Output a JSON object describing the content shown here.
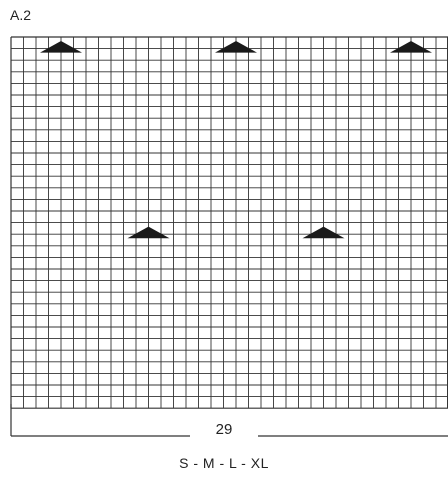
{
  "diagram": {
    "label": "A.2",
    "stitch_count": "29",
    "sizes": "S - M - L - XL",
    "columns": 36,
    "rows": 32,
    "symbol": "triangle-decrease",
    "symbol_color": "#1a1a1a",
    "grid_color": "#333333",
    "symbols": [
      {
        "row": 1,
        "col": 4
      },
      {
        "row": 1,
        "col": 18
      },
      {
        "row": 1,
        "col": 32
      },
      {
        "row": 17,
        "col": 11
      },
      {
        "row": 17,
        "col": 25
      }
    ]
  }
}
